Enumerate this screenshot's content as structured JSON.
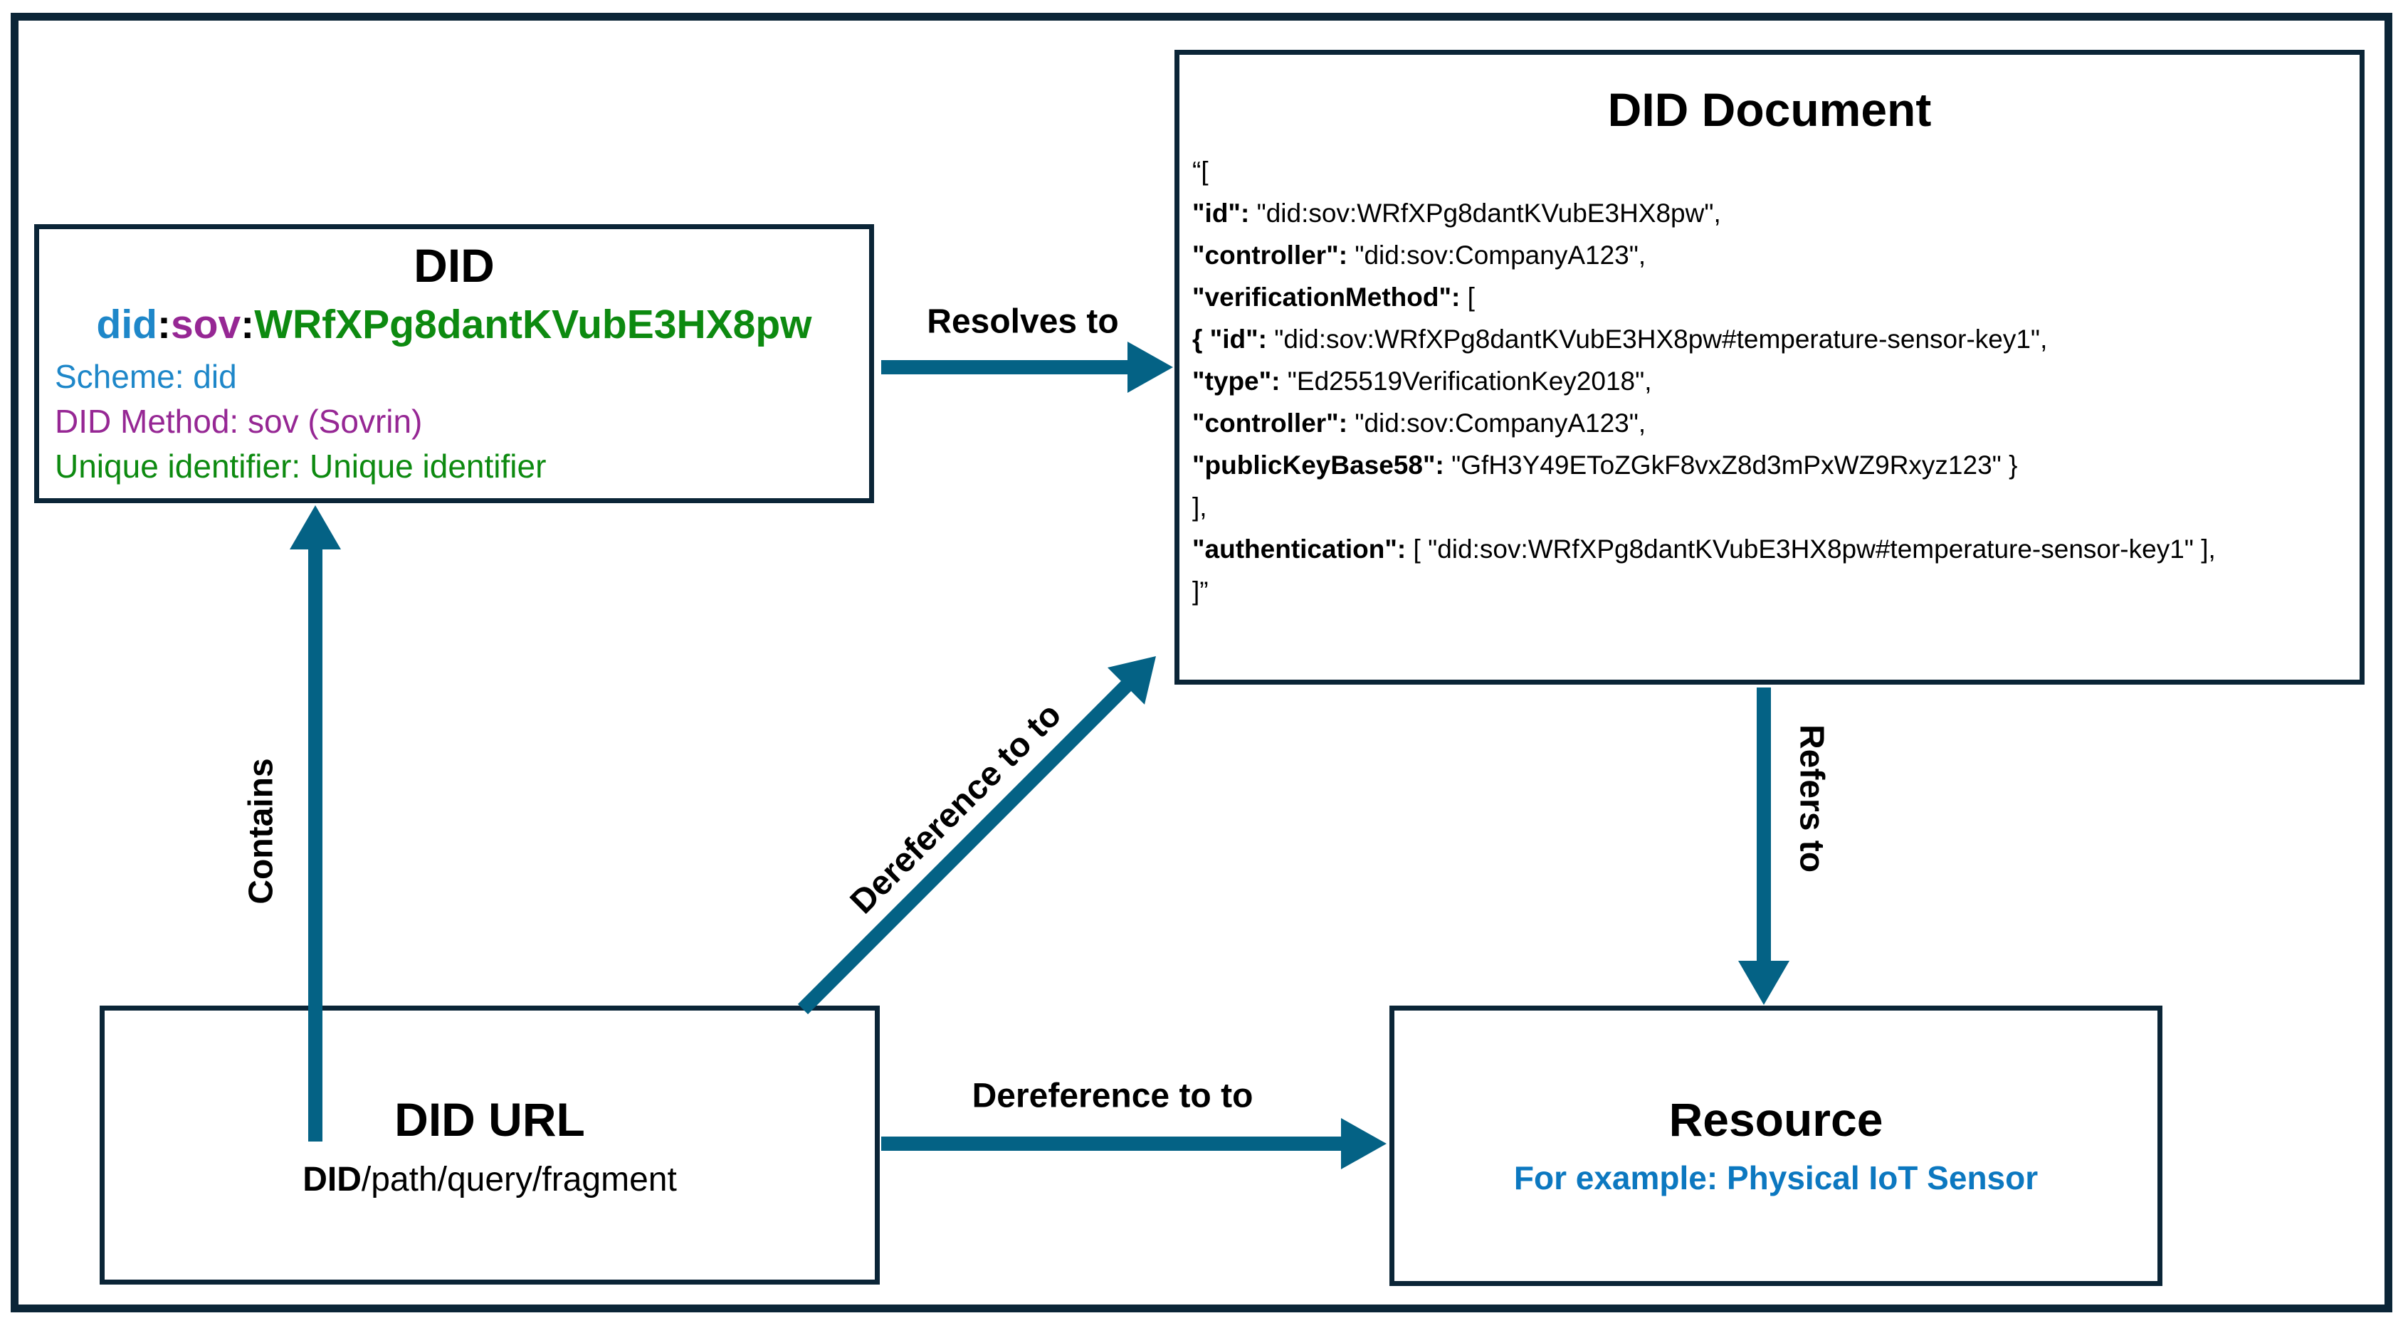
{
  "diagram": {
    "colors": {
      "arrow": "#046285",
      "border": "#0b2537",
      "resource_blue": "#0c78c0",
      "scheme_blue": "#1e87c9",
      "method_purple": "#962794",
      "identifier_green": "#0d8a10"
    },
    "boxes": {
      "did": {
        "title": "DID",
        "identifier_parts": [
          {
            "text": "did",
            "color": "#1e87c9"
          },
          {
            "text": ":",
            "color": "#000000"
          },
          {
            "text": "sov",
            "color": "#962794"
          },
          {
            "text": ":",
            "color": "#000000"
          },
          {
            "text": "WRfXPg8dantKVubE3HX8pw",
            "color": "#0d8a10"
          }
        ],
        "lines": [
          {
            "text": "Scheme: did",
            "color": "#1e87c9"
          },
          {
            "text": "DID Method: sov (Sovrin)",
            "color": "#962794"
          },
          {
            "text": "Unique identifier: Unique identifier",
            "color": "#0d8a10"
          }
        ]
      },
      "did_document": {
        "title": "DID Document",
        "json_lines": [
          [
            {
              "t": "“[",
              "b": false
            }
          ],
          [
            {
              "t": "\"id\":",
              "b": true
            },
            {
              "t": " \"did:sov:WRfXPg8dantKVubE3HX8pw\",",
              "b": false
            }
          ],
          [
            {
              "t": "\"controller\":",
              "b": true
            },
            {
              "t": " \"did:sov:CompanyA123\",",
              "b": false
            }
          ],
          [
            {
              "t": "\"verificationMethod\":",
              "b": true
            },
            {
              "t": " [",
              "b": false
            }
          ],
          [
            {
              "t": "{ \"id\":",
              "b": true
            },
            {
              "t": " \"did:sov:WRfXPg8dantKVubE3HX8pw#temperature-sensor-key1\",",
              "b": false
            }
          ],
          [
            {
              "t": "\"type\":",
              "b": true
            },
            {
              "t": " \"Ed25519VerificationKey2018\",",
              "b": false
            }
          ],
          [
            {
              "t": "\"controller\":",
              "b": true
            },
            {
              "t": " \"did:sov:CompanyA123\",",
              "b": false
            }
          ],
          [
            {
              "t": "\"publicKeyBase58\":",
              "b": true
            },
            {
              "t": " \"GfH3Y49EToZGkF8vxZ8d3mPxWZ9Rxyz123\" }",
              "b": false
            }
          ],
          [
            {
              "t": "],",
              "b": false
            }
          ],
          [
            {
              "t": "\"authentication\":",
              "b": true
            },
            {
              "t": " [ \"did:sov:WRfXPg8dantKVubE3HX8pw#temperature-sensor-key1\" ],",
              "b": false
            }
          ],
          [
            {
              "t": "]”",
              "b": false
            }
          ]
        ]
      },
      "did_url": {
        "title": "DID URL",
        "syntax_bold": "DID",
        "syntax_rest": "/path/query/fragment"
      },
      "resource": {
        "title": "Resource",
        "subtitle": "For example: Physical IoT Sensor"
      }
    },
    "arrows": [
      {
        "id": "resolves-to",
        "label": "Resolves to"
      },
      {
        "id": "contains",
        "label": "Contains"
      },
      {
        "id": "dereference-diagonal",
        "label": "Dereference to to"
      },
      {
        "id": "dereference-horizontal",
        "label": "Dereference to to"
      },
      {
        "id": "refers-to",
        "label": "Refers to"
      }
    ]
  }
}
